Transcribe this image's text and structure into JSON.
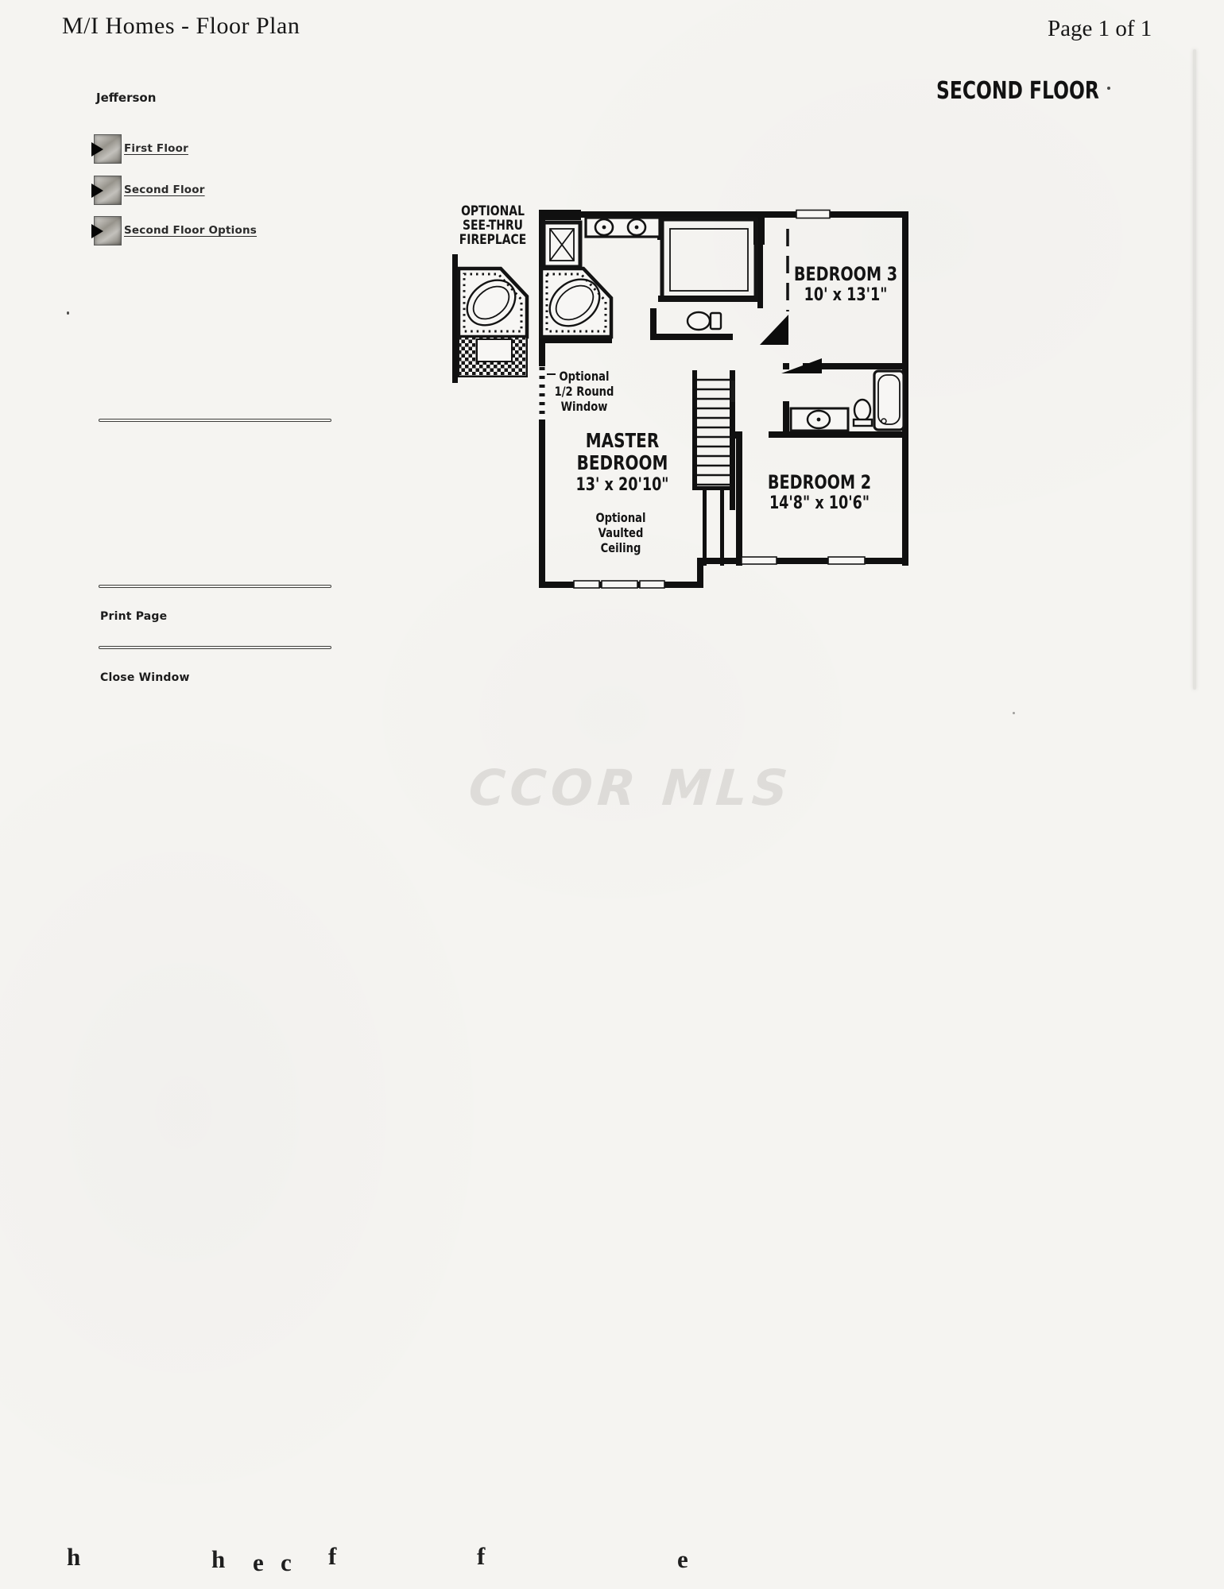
{
  "page": {
    "title": "M/I Homes - Floor Plan",
    "page_indicator": "Page 1 of 1"
  },
  "sidebar": {
    "model_name": "Jefferson",
    "links": [
      {
        "label": "First Floor"
      },
      {
        "label": "Second Floor"
      },
      {
        "label": "Second Floor Options"
      }
    ],
    "print_label": "Print Page",
    "close_label": "Close Window"
  },
  "plan": {
    "floor_heading": "SECOND FLOOR",
    "labels": {
      "fireplace": [
        "OPTIONAL",
        "SEE-THRU",
        "FIREPLACE"
      ],
      "half_round_window": [
        "Optional",
        "1/2 Round",
        "Window"
      ],
      "master": [
        "MASTER",
        "BEDROOM",
        "13' x 20'10\""
      ],
      "vaulted": [
        "Optional",
        "Vaulted",
        "Ceiling"
      ],
      "bedroom3": [
        "BEDROOM 3",
        "10' x 13'1\""
      ],
      "bedroom2": [
        "BEDROOM 2",
        "14'8\" x 10'6\""
      ]
    }
  },
  "watermark": "CCOR MLS",
  "colors": {
    "ink": "#141414",
    "paper": "#f5f4f1"
  },
  "scan_artifacts": {
    "bottom_letters": [
      "h",
      "h",
      "e",
      "c",
      "f",
      "f",
      "e"
    ]
  }
}
